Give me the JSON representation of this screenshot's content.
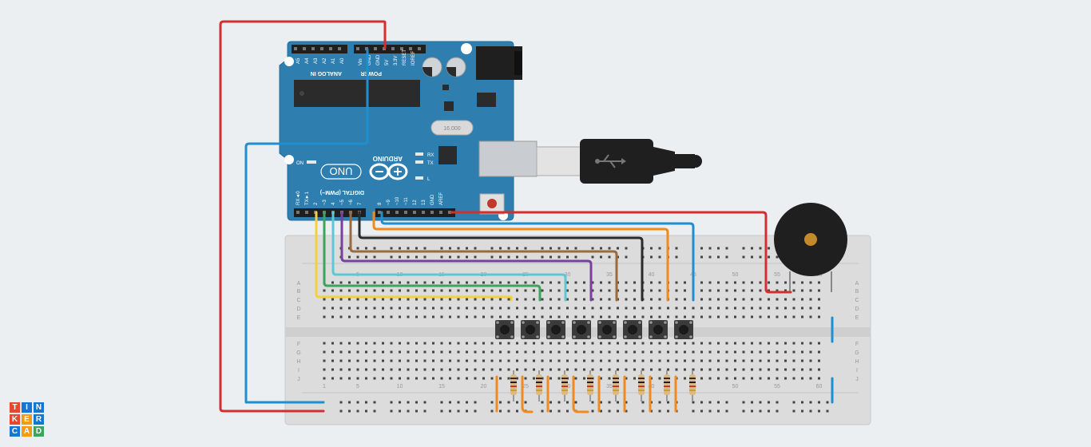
{
  "logo": {
    "letters": [
      "T",
      "I",
      "N",
      "K",
      "E",
      "R",
      "C",
      "A",
      "D"
    ],
    "colors": [
      "#e2492f",
      "#1477d4",
      "#1477d4",
      "#e2492f",
      "#f39c12",
      "#1477d4",
      "#1477d4",
      "#f39c12",
      "#3aa55b"
    ]
  },
  "arduino": {
    "brand": "ARDUINO",
    "model": "UNO",
    "on_label": "ON",
    "rx_label": "RX",
    "tx_label": "TX",
    "l_label": "L",
    "analog_label": "ANALOG IN",
    "power_label": "POWER",
    "digital_label": "DIGITAL (PWM~)",
    "analog_pins": [
      "A5",
      "A4",
      "A3",
      "A2",
      "A1",
      "A0"
    ],
    "power_pins": [
      "Vin",
      "GND",
      "GND",
      "5V",
      "3.3V",
      "RESET",
      "IOREF"
    ],
    "digital_pins_low": [
      "RX◄0",
      "TX►1",
      "2",
      "~3",
      "4",
      "~5",
      "~6",
      "7"
    ],
    "digital_pins_high": [
      "8",
      "~9",
      "~10",
      "~11",
      "12",
      "13",
      "GND",
      "AREF"
    ],
    "crystal_label": "16.000"
  },
  "breadboard": {
    "rows_top": [
      "A",
      "B",
      "C",
      "D",
      "E"
    ],
    "rows_bottom": [
      "F",
      "G",
      "H",
      "I",
      "J"
    ],
    "column_numbers": [
      "1",
      "5",
      "10",
      "15",
      "20",
      "25",
      "30",
      "35",
      "40",
      "45",
      "50",
      "55",
      "60"
    ]
  },
  "colors": {
    "board": "#2e7fb0",
    "wire_red": "#d32f2f",
    "wire_blue": "#1e8fcf",
    "wire_yellow": "#f4d03f",
    "wire_green": "#3aa55b",
    "wire_cyan": "#5bc8d3",
    "wire_purple": "#7b3fa0",
    "wire_brown": "#9c6a3c",
    "wire_black": "#2b2b2b",
    "wire_orange": "#ef8b1c"
  }
}
